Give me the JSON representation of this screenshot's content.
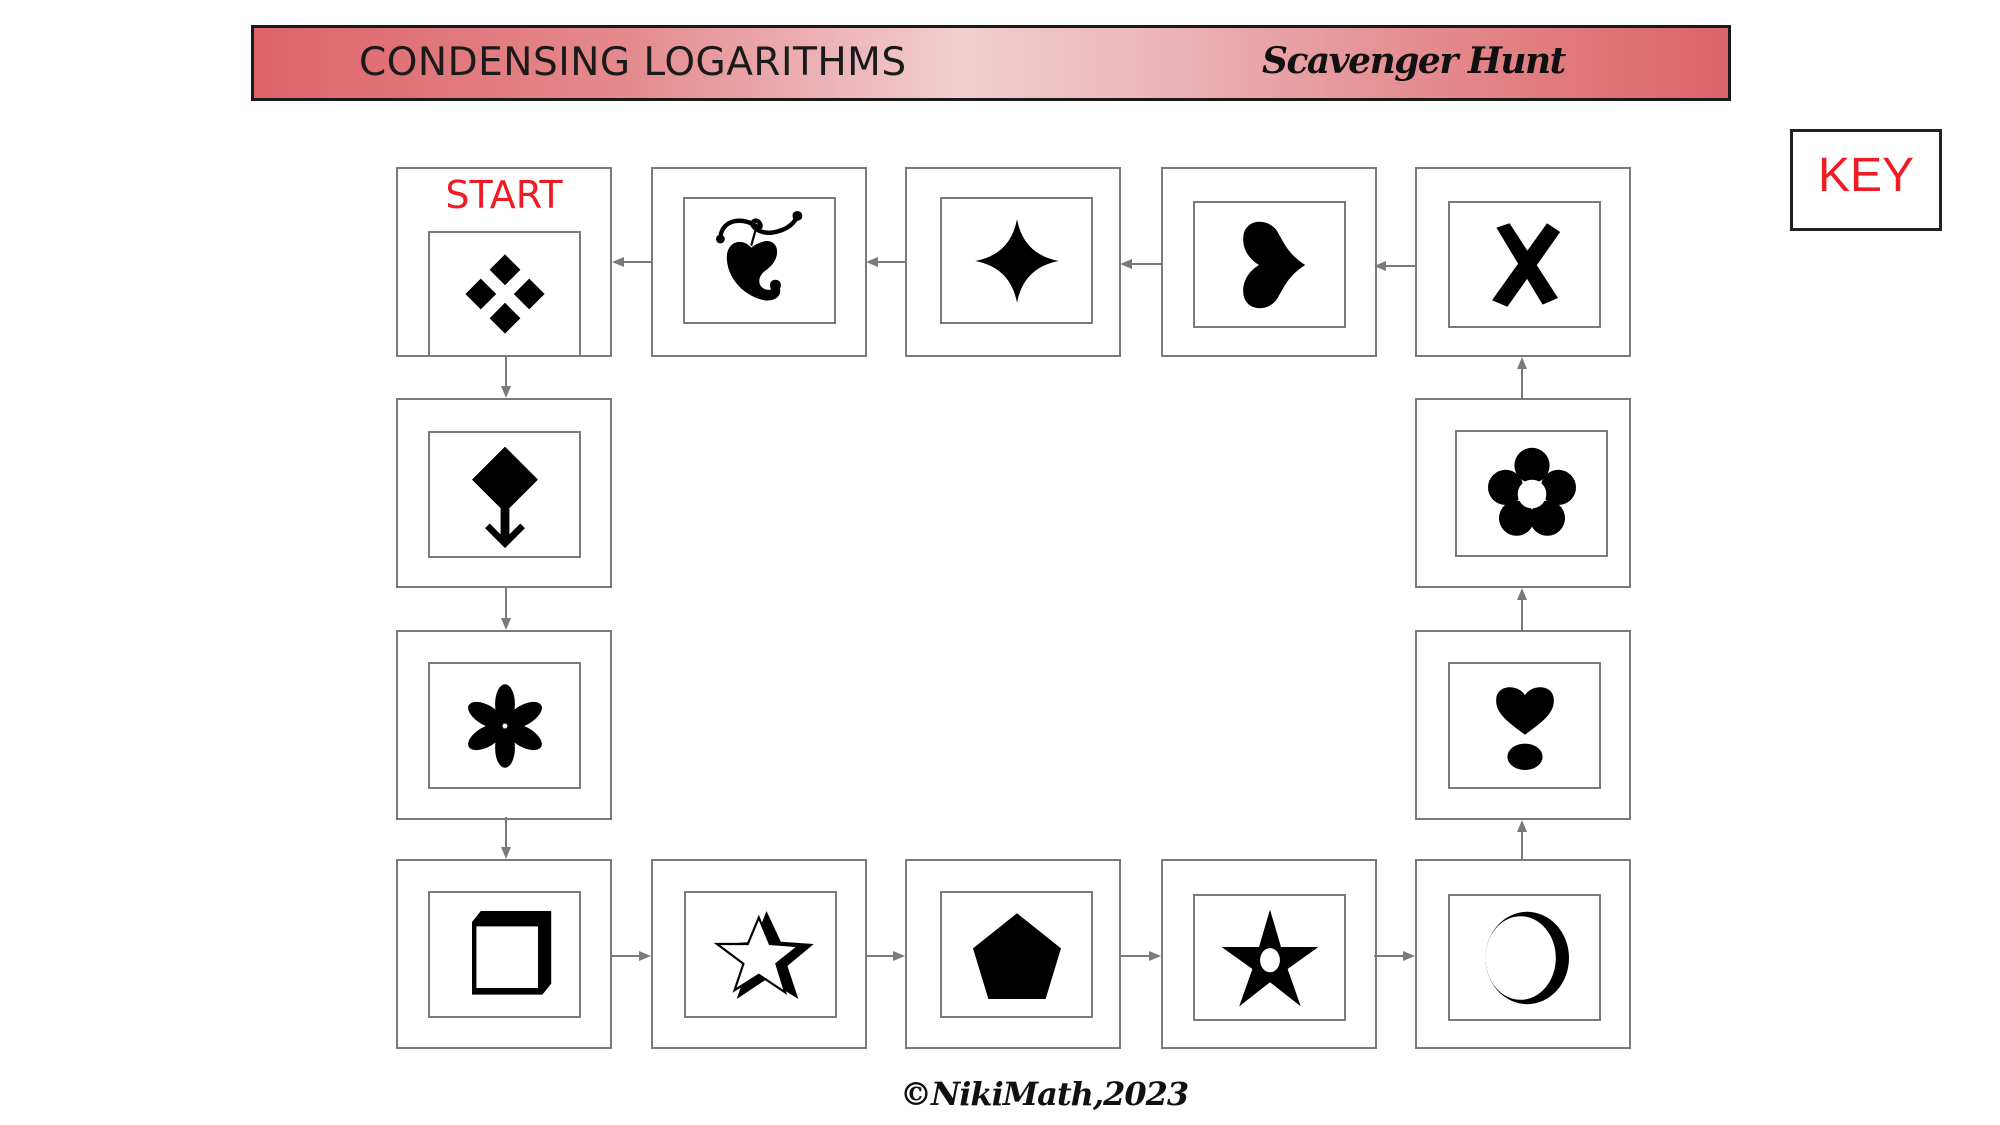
{
  "header": {
    "title": "CONDENSING LOGARITHMS",
    "subtitle": "Scavenger Hunt",
    "gradient_edge_color": "#dc6469",
    "gradient_center_color": "#f2cfd1"
  },
  "key_button": {
    "label": "KEY",
    "color": "#ee1c25"
  },
  "start_label": "START",
  "footer": "©NikiMath,2023",
  "path_order": [
    "four-diamonds",
    "diamond-arrow",
    "asterisk-flower",
    "cube",
    "shadow-star",
    "pentagon",
    "star-with-hole",
    "crescent-circle",
    "heart-exclamation",
    "five-petal-flower",
    "x-cross",
    "sideways-heart",
    "four-point-star",
    "ornate-heart"
  ],
  "cells": [
    {
      "id": "four-diamonds",
      "row": 1,
      "col": 1,
      "is_start": true
    },
    {
      "id": "ornate-heart",
      "row": 1,
      "col": 2
    },
    {
      "id": "four-point-star",
      "row": 1,
      "col": 3
    },
    {
      "id": "sideways-heart",
      "row": 1,
      "col": 4
    },
    {
      "id": "x-cross",
      "row": 1,
      "col": 5
    },
    {
      "id": "diamond-arrow",
      "row": 2,
      "col": 1
    },
    {
      "id": "five-petal-flower",
      "row": 2,
      "col": 5
    },
    {
      "id": "asterisk-flower",
      "row": 3,
      "col": 1
    },
    {
      "id": "heart-exclamation",
      "row": 3,
      "col": 5
    },
    {
      "id": "cube",
      "row": 4,
      "col": 1
    },
    {
      "id": "shadow-star",
      "row": 4,
      "col": 2
    },
    {
      "id": "pentagon",
      "row": 4,
      "col": 3
    },
    {
      "id": "star-with-hole",
      "row": 4,
      "col": 4
    },
    {
      "id": "crescent-circle",
      "row": 4,
      "col": 5
    }
  ]
}
